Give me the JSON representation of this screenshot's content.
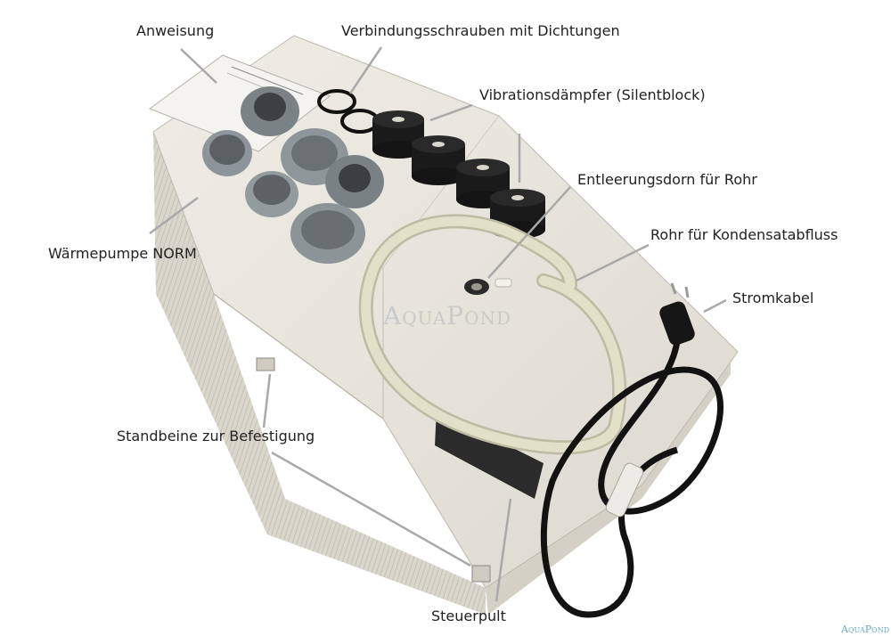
{
  "labels": {
    "anweisung": "Anweisung",
    "verbindungsschrauben": "Verbindungsschrauben mit Dichtungen",
    "vibrationsdaempfer": "Vibrationsdämpfer (Silentblock)",
    "entleerungsdorn": "Entleerungsdorn für Rohr",
    "rohr": "Rohr für Kondensatabfluss",
    "stromkabel": "Stromkabel",
    "waermepumpe": "Wärmepumpe NORM",
    "standbeine": "Standbeine zur Befestigung",
    "steuerpult": "Steuerpult"
  },
  "watermark": {
    "center": "AquaPond",
    "corner": "AquaPond"
  },
  "colors": {
    "unit_body": "#e6e3da",
    "unit_shadow": "#c9c5ba",
    "fitting_gray": "#8c9396",
    "damper_black": "#1c1c1c",
    "hose": "#d9d7bf",
    "cable": "#111111",
    "leader_line": "#a9a9a9"
  }
}
